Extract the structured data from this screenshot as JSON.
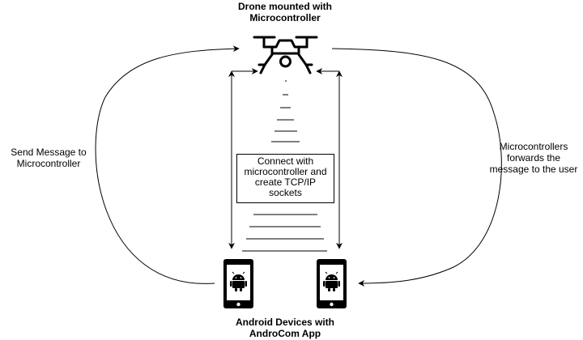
{
  "drone": {
    "title_line1": "Drone mounted with",
    "title_line2": "Microcontroller",
    "icon": "drone-icon"
  },
  "connect_box": {
    "line1": "Connect with",
    "line2": "microcontroller and",
    "line3": "create TCP/IP",
    "line4": "sockets"
  },
  "left_label": {
    "line1": "Send Message to",
    "line2": "Microcontroller"
  },
  "right_label": {
    "line1": "Microcontrollers",
    "line2": "forwards the",
    "line3": "message to the user"
  },
  "devices": {
    "caption_line1": "Android Devices with",
    "caption_line2": "AndroCom App",
    "icon": "android-phone-icon"
  }
}
